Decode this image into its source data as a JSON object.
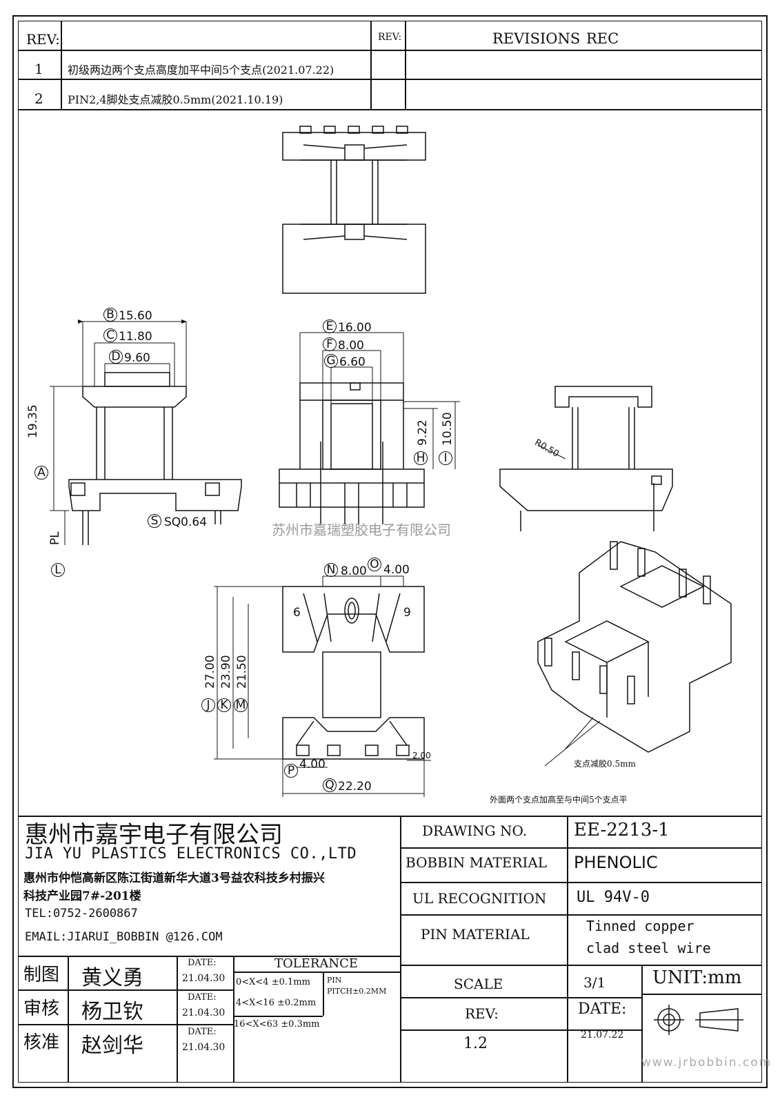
{
  "rev_table": {
    "header_rev": "REV:",
    "header_rev2": "REV:",
    "header_revisions": "REVISIONS",
    "header_rec": "REC",
    "rows": [
      {
        "num": "1",
        "text": "初级两边两个支点高度加平中间5个支点(2021.07.22)"
      },
      {
        "num": "2",
        "text": "PIN2,4脚处支点减胶0.5mm(2021.10.19)"
      }
    ]
  },
  "dimensions": {
    "B": "15.60",
    "C": "11.80",
    "D": "9.60",
    "A": "19.35",
    "S": "SQ0.64",
    "L": "PL",
    "E": "16.00",
    "F": "8.00",
    "G": "6.60",
    "H": "9.22",
    "I": "10.50",
    "R": "R0.50",
    "N": "8.00",
    "O": "4.00",
    "J": "27.00",
    "K": "23.90",
    "M": "21.50",
    "P": "4.00",
    "Q": "22.20",
    "side": "2.00"
  },
  "dimension_letters": {
    "B": "B",
    "C": "C",
    "D": "D",
    "A": "A",
    "S": "S",
    "L": "L",
    "E": "E",
    "F": "F",
    "G": "G",
    "H": "H",
    "I": "I",
    "N": "N",
    "O": "O",
    "J": "J",
    "K": "K",
    "M": "M",
    "P": "P",
    "Q": "Q"
  },
  "pin_labels": {
    "left": "6",
    "right": "9"
  },
  "watermark": "苏州市嘉瑞塑胶电子有限公司",
  "notes": {
    "support_reduce": "支点减胶0.5mm",
    "support_raise": "外面两个支点加高至与中间5个支点平"
  },
  "company": {
    "name_cn": "惠州市嘉宇电子有限公司",
    "name_en": "JIA YU PLASTICS ELECTRONICS CO.,LTD",
    "address_line1": "惠州市仲恺高新区陈江街道新华大道3号益农科技乡村振兴",
    "address_line2": "科技产业园7#-201楼",
    "tel": "TEL:0752-2600867",
    "email": "EMAIL:JIARUI_BOBBIN @126.COM"
  },
  "signoff": [
    {
      "role": "制图",
      "name": "黄义勇",
      "date_label": "DATE:",
      "date": "21.04.30"
    },
    {
      "role": "审核",
      "name": "杨卫钦",
      "date_label": "DATE:",
      "date": "21.04.30"
    },
    {
      "role": "核准",
      "name": "赵剑华",
      "date_label": "DATE:",
      "date": "21.04.30"
    }
  ],
  "tolerance": {
    "title": "TOLERANCE",
    "rows": [
      "0<X<4  ±0.1mm",
      "4<X<16 ±0.2mm",
      "16<X<63 ±0.3mm"
    ],
    "pin_label": "PIN",
    "pin_pitch": "PITCH±0.2MM"
  },
  "title_block": {
    "drawing_no_label": "DRAWING  NO.",
    "drawing_no": "EE-2213-1",
    "bobbin_material_label": "BOBBIN  MATERIAL",
    "bobbin_material": "PHENOLIC",
    "ul_label": "UL RECOGNITION",
    "ul_value": "UL 94V-0",
    "pin_material_label": "PIN MATERIAL",
    "pin_material_1": "Tinned copper",
    "pin_material_2": "clad steel wire",
    "scale_label": "SCALE",
    "scale": "3/1",
    "unit": "UNIT:mm",
    "rev_label": "REV:",
    "rev": "1.2",
    "date_label": "DATE:",
    "date": "21.07.22"
  },
  "website": "www.jrbobbin.com"
}
